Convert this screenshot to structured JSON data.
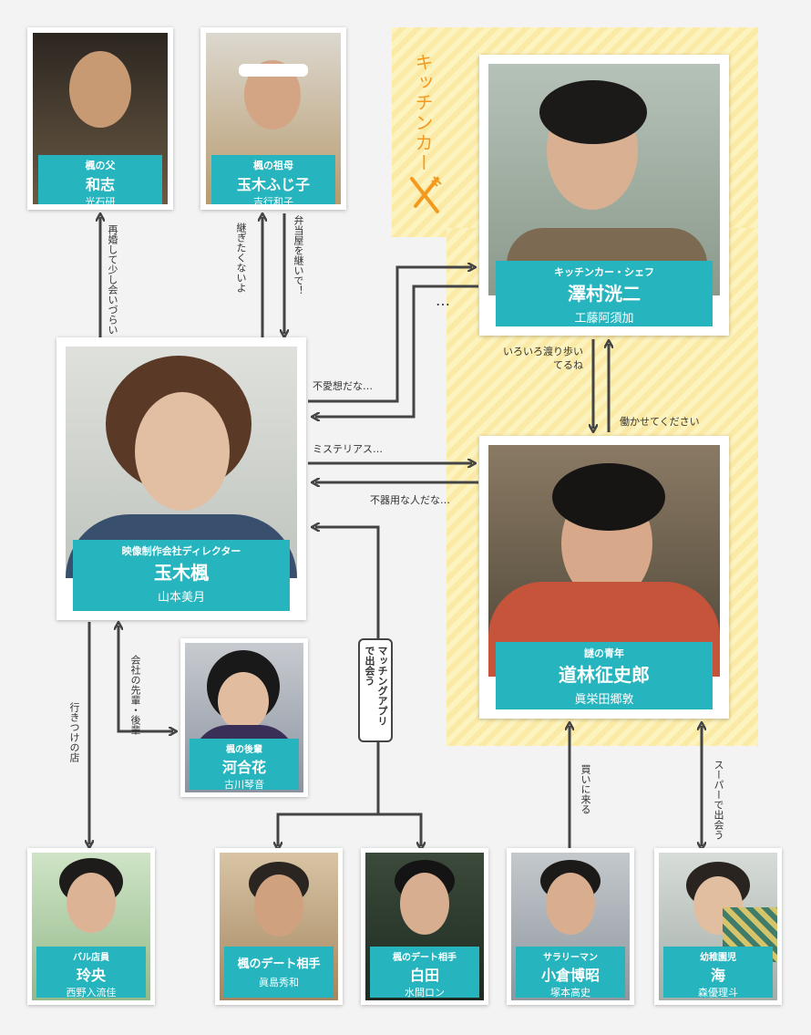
{
  "group": {
    "title": "キッチンカー"
  },
  "colors": {
    "label": "#26b5be",
    "arrow": "#444444",
    "accent": "#f39a1e",
    "group_bg": "#fdf3bf"
  },
  "people": {
    "father": {
      "role": "楓の父",
      "name": "和志",
      "actor": "光石研"
    },
    "grandma": {
      "role": "楓の祖母",
      "name": "玉木ふじ子",
      "actor": "吉行和子"
    },
    "sawamura": {
      "role": "キッチンカー・シェフ",
      "name": "澤村洸二",
      "actor": "工藤阿須加"
    },
    "kaede": {
      "role": "映像制作会社ディレクター",
      "name": "玉木楓",
      "actor": "山本美月"
    },
    "michibayashi": {
      "role": "謎の青年",
      "name": "道林征史郎",
      "actor": "眞栄田郷敦"
    },
    "kawai": {
      "role": "楓の後輩",
      "name": "河合花",
      "actor": "古川琴音"
    },
    "reo": {
      "role": "バル店員",
      "name": "玲央",
      "actor": "西野入流佳"
    },
    "date1": {
      "role": "",
      "name": "楓のデート相手",
      "actor": "眞島秀和"
    },
    "shirata": {
      "role": "楓のデート相手",
      "name": "白田",
      "actor": "水間ロン"
    },
    "ogura": {
      "role": "サラリーマン",
      "name": "小倉博昭",
      "actor": "塚本高史"
    },
    "umi": {
      "role": "幼稚園児",
      "name": "海",
      "actor": "森優理斗"
    }
  },
  "relations": {
    "father_kaede": "再婚して少し会いづらい",
    "kaede_grandma": "継ぎたくないよ",
    "grandma_kaede": "弁当屋を継いで！",
    "sawamura_dots": "…",
    "sawamura_to_kaede": "不愛想だな…",
    "kaede_to_michi": "ミステリアス…",
    "michi_to_kaede": "不器用な人だな…",
    "sawamura_to_michi": "いろいろ渡り歩いてるね",
    "michi_to_sawamura": "働かせてください",
    "kaede_kawai": "会社の先輩・後輩",
    "kaede_reo": "行きつけの店",
    "matching": "マッチングアプリで出会う",
    "ogura_michi": "買いに来る",
    "umi_michi": "スーパーで出会う"
  }
}
